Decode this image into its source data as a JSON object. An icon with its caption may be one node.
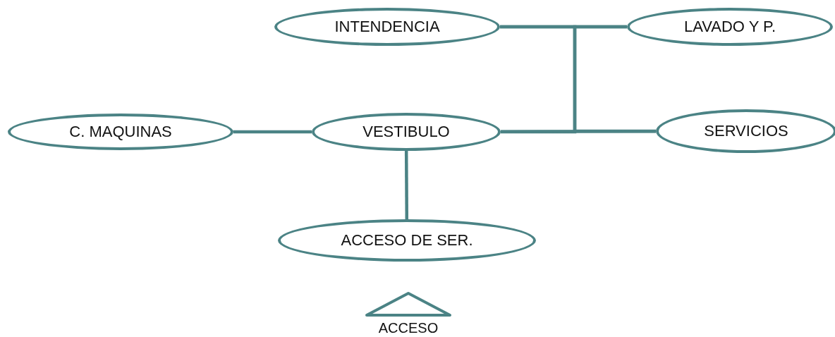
{
  "diagram": {
    "nodes": [
      {
        "text": [
          "INTENDENCIA"
        ]
      },
      {
        "text": [
          "LAVADO Y P."
        ]
      },
      {
        "text": [
          "C. MAQUINAS"
        ]
      },
      {
        "text": [
          "VESTIBULO"
        ]
      },
      {
        "text": [
          "SERVICIOS"
        ]
      },
      {
        "text": [
          "ACCESO DE SER."
        ]
      },
      {
        "text": [
          "ACCESO"
        ]
      }
    ],
    "edges": [
      {
        "from": 0,
        "to": 1,
        "arrow": "none"
      },
      {
        "from": 0,
        "to": 3,
        "arrow": "none"
      },
      {
        "from": 1,
        "to": 4,
        "arrow": "none"
      },
      {
        "from": 2,
        "to": 3,
        "arrow": "none"
      },
      {
        "from": 3,
        "to": 4,
        "arrow": "none"
      },
      {
        "from": 3,
        "to": 5,
        "arrow": "none"
      }
    ]
  }
}
